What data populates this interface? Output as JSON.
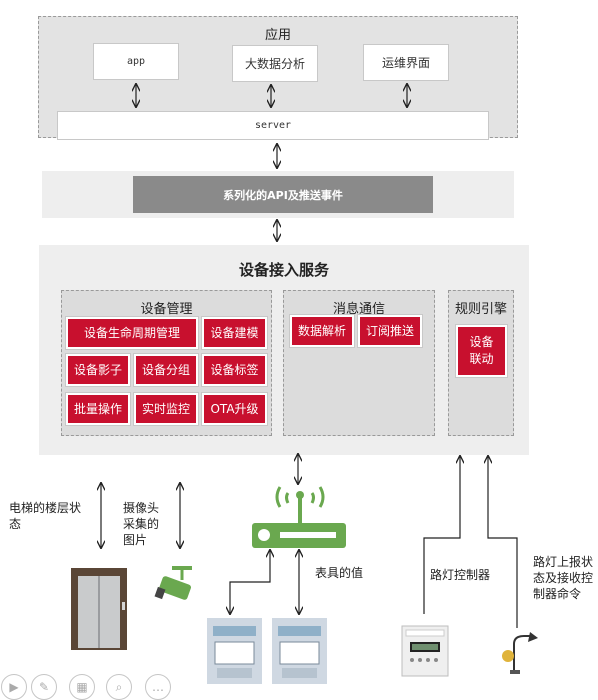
{
  "app_layer": {
    "title": "应用",
    "items": [
      {
        "label": "app"
      },
      {
        "label": "大数据分析"
      },
      {
        "label": "运维界面"
      }
    ],
    "server_label": "server"
  },
  "api_bar": {
    "label": "系列化的API及推送事件"
  },
  "access_service": {
    "title": "设备接入服务",
    "device_management": {
      "title": "设备管理",
      "buttons": [
        "设备生命周期管理",
        "设备建模",
        "设备影子",
        "设备分组",
        "设备标签",
        "批量操作",
        "实时监控",
        "OTA升级"
      ]
    },
    "messaging": {
      "title": "消息通信",
      "buttons": [
        "数据解析",
        "订阅推送"
      ]
    },
    "rule_engine": {
      "title": "规则引擎",
      "button": "设备联动"
    }
  },
  "labels": {
    "elevator": "电梯的楼层状态",
    "camera": "摄像头采集的图片",
    "meter": "表具的值",
    "streetlight_control": "路灯控制器",
    "streetlight_report": "路灯上报状态及接收控制器命令"
  },
  "icons": [
    "elevator-icon",
    "camera-icon",
    "router-icon",
    "meter-icon",
    "timer-controller-icon",
    "streetlight-icon"
  ],
  "colors": {
    "accent_red": "#c8102e",
    "router_green": "#6aa84f",
    "panel_gray": "#e3e3e3",
    "bar_gray": "#8a8a8a"
  }
}
